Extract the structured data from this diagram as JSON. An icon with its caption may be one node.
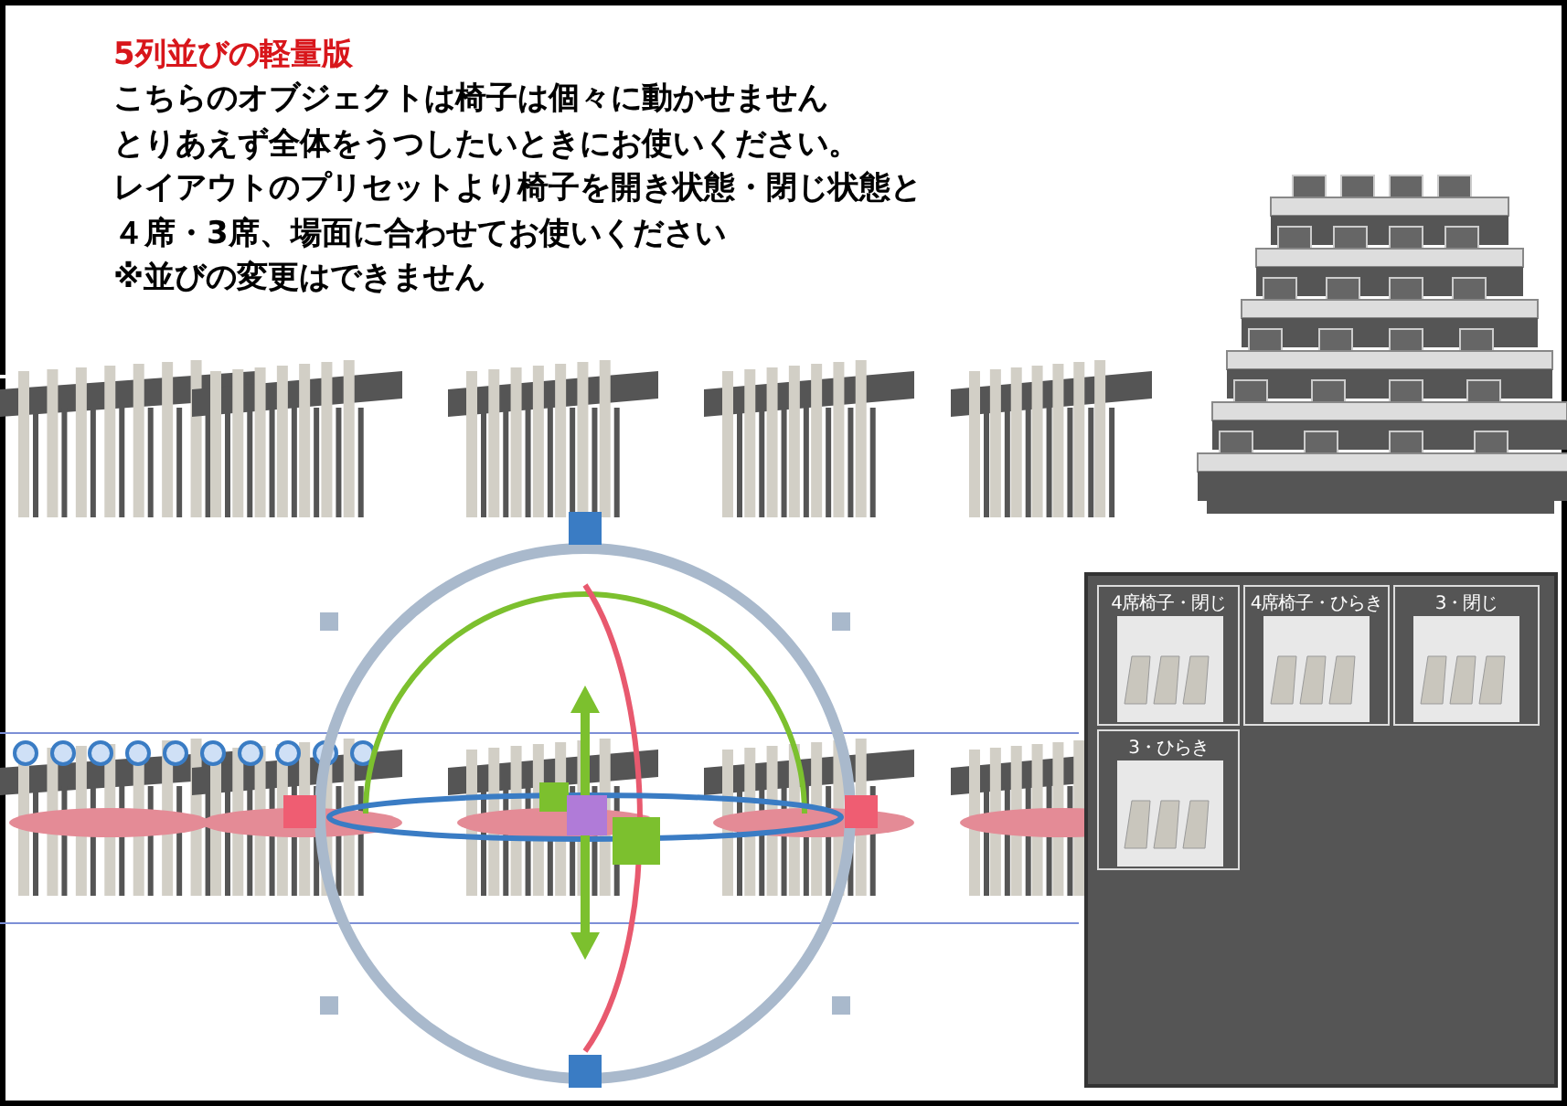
{
  "diagram": {
    "title": "5列並びの軽量版",
    "nodes": [
      {
        "text": [],
        "shape": "box"
      },
      {
        "text": [
          "4席椅子・閉じ"
        ],
        "in": 0
      },
      {
        "text": [
          "4席椅子・ひらき"
        ],
        "in": 0
      },
      {
        "text": [
          "3・閉じ"
        ],
        "in": 0
      },
      {
        "text": [
          "3・ひらき"
        ],
        "in": 0
      }
    ],
    "labels": [
      "こちらのオブジェクトは椅子は個々に動かせません",
      "とりあえず全体をうつしたいときにお使いください。",
      "レイアウトのプリセットより椅子を開き状態・閉じ状態と",
      "４席・3席、場面に合わせてお使いください",
      "※並びの変更はできません"
    ]
  }
}
